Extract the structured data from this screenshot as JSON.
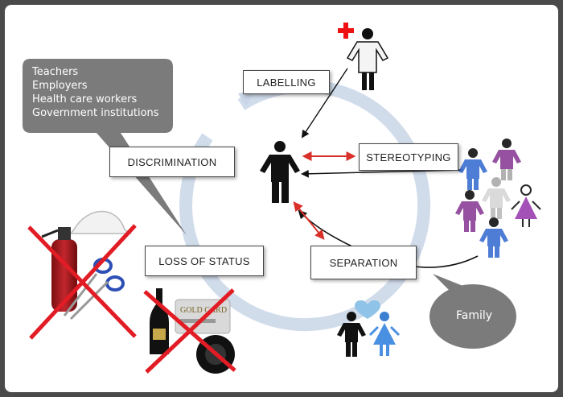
{
  "diagram": {
    "cycle_labels": {
      "labelling": "LABELLING",
      "stereotyping": "STEREOTYPING",
      "separation": "SEPARATION",
      "loss_of_status": "LOSS OF STATUS",
      "discrimination": "DISCRIMINATION"
    },
    "discriminators_bubble": {
      "items": [
        "Teachers",
        "Employers",
        "Health care workers",
        "Government institutions"
      ]
    },
    "family_bubble": {
      "label": "Family"
    },
    "card_text": {
      "title": "GOLD CARD"
    },
    "colors": {
      "background": "#4a4a4a",
      "cycle_ring": "#c9d6e8",
      "bubble": "#7b7b7b",
      "arrow_red": "#d9302a",
      "cross_red": "#e21c24"
    }
  }
}
